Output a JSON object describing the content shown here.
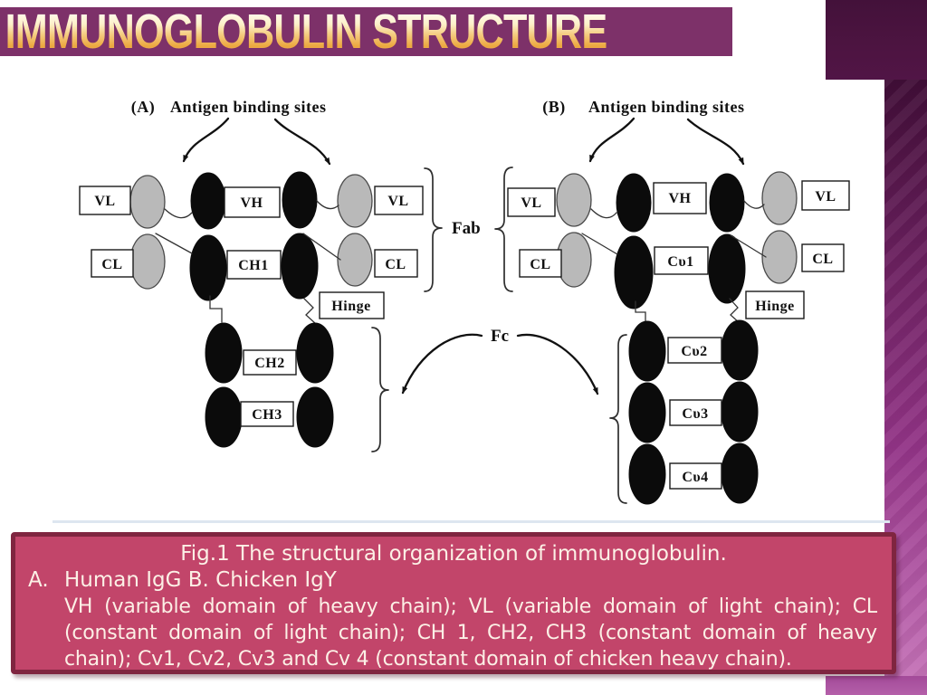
{
  "title": {
    "text": "IMMUNOGLOBULIN STRUCTURE"
  },
  "figure": {
    "fc": "Fc",
    "a": {
      "panel": "(A)",
      "heading": "Antigen binding sites",
      "vl_left": "VL",
      "cl_left": "CL",
      "vh": "VH",
      "ch1": "CH1",
      "vl_right": "VL",
      "cl_right": "CL",
      "fab": "Fab",
      "hinge": "Hinge",
      "ch2": "CH2",
      "ch3": "CH3"
    },
    "b": {
      "panel": "(B)",
      "heading": "Antigen binding sites",
      "vl_left": "VL",
      "cl_left": "CL",
      "vh": "VH",
      "cu1": "Cυ1",
      "vl_right": "VL",
      "cl_right": "CL",
      "hinge": "Hinge",
      "cu2": "Cυ2",
      "cu3": "Cυ3",
      "cu4": "Cυ4"
    }
  },
  "caption": {
    "line1": "Fig.1 The structural organization of immunoglobulin.",
    "item_marker": "A.",
    "item_text": "Human IgG B. Chicken IgY",
    "detail": "VH (variable domain of heavy chain); VL (variable domain of light chain); CL (constant domain of light chain); CH 1, CH2, CH3 (constant domain of heavy chain); Cv1, Cv2, Cv3 and Cv 4 (constant domain of chicken heavy chain)."
  },
  "colors": {
    "banner": "#7d3169",
    "title_gradient_top": "#fffdf5",
    "title_gradient_bottom": "#eca73e",
    "caption_bg": "#c2456a",
    "caption_border": "#7f2540",
    "caption_text": "#fcf0e6",
    "accent_strip_top": "#2e0926",
    "accent_strip_bottom": "#c877ba",
    "corner_block": "#4d1441",
    "domain_gray": "#b9b9b9",
    "domain_black": "#0b0b0b"
  }
}
